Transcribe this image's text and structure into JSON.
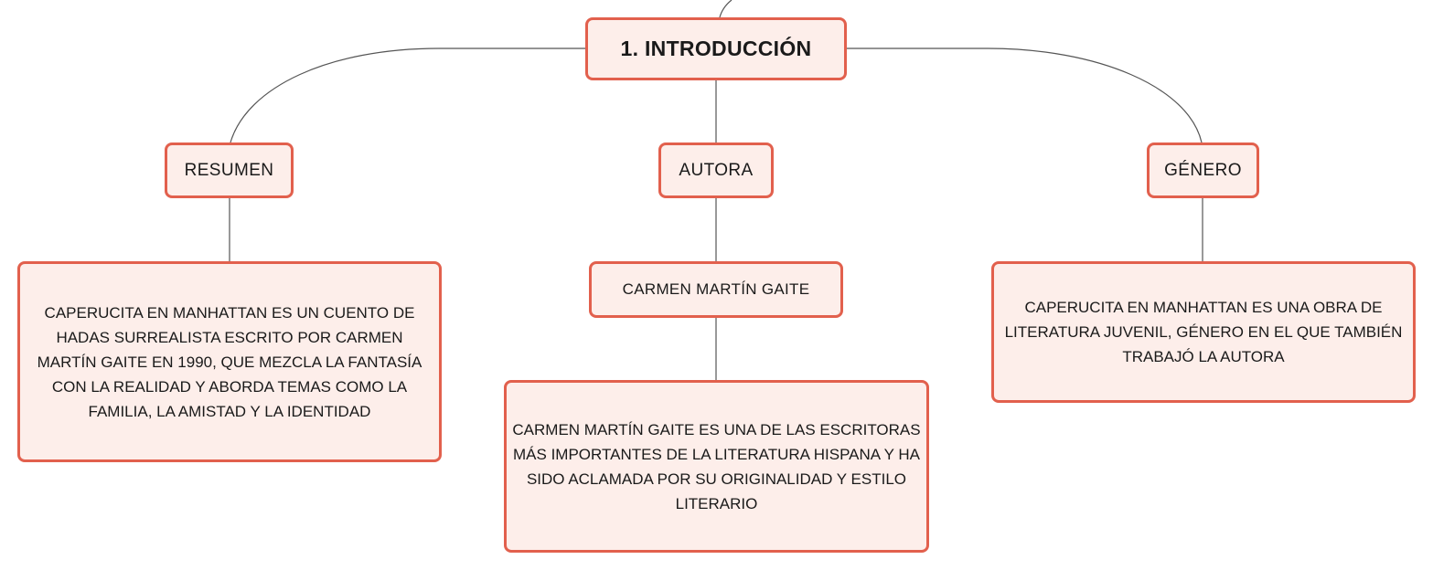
{
  "diagram": {
    "root": {
      "label": "1. INTRODUCCIÓN"
    },
    "branches": {
      "resumen": {
        "label": "RESUMEN",
        "text": "CAPERUCITA EN MANHATTAN ES UN CUENTO DE HADAS SURREALISTA ESCRITO POR CARMEN MARTÍN GAITE EN 1990, QUE MEZCLA LA FANTASÍA CON LA REALIDAD Y ABORDA TEMAS COMO LA FAMILIA, LA AMISTAD Y LA IDENTIDAD"
      },
      "autora": {
        "label": "AUTORA",
        "name": "CARMEN MARTÍN GAITE",
        "text": "CARMEN MARTÍN GAITE ES UNA DE LAS ESCRITORAS MÁS IMPORTANTES DE LA LITERATURA HISPANA Y HA SIDO ACLAMADA POR SU ORIGINALIDAD Y ESTILO LITERARIO"
      },
      "genero": {
        "label": "GÉNERO",
        "text": "CAPERUCITA EN MANHATTAN ES UNA OBRA DE LITERATURA JUVENIL, GÉNERO EN EL QUE TAMBIÉN TRABAJÓ LA AUTORA"
      }
    }
  },
  "colors": {
    "node_fill": "#fdeeea",
    "node_border": "#e2604d",
    "connector": "#555555",
    "text": "#1a1a1a"
  }
}
